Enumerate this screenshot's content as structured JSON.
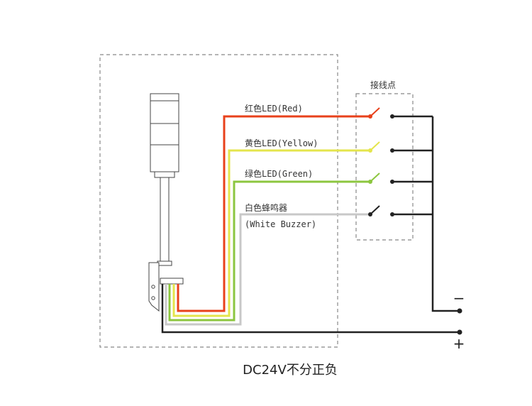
{
  "diagram": {
    "terminal_block_title": "接线点",
    "wires": [
      {
        "label": "红色LED(Red)",
        "color": "#e8411b"
      },
      {
        "label": "黄色LED(Yellow)",
        "color": "#e4e54c"
      },
      {
        "label": "绿色LED(Green)",
        "color": "#8cc63f"
      },
      {
        "label_line1": "白色蜂鸣器",
        "label_line2": "(White Buzzer)",
        "color": "#c8c8c8"
      }
    ],
    "common_wire_color": "#222222",
    "minus_sign": "−",
    "plus_sign": "+",
    "caption": "DC24V不分正负"
  }
}
